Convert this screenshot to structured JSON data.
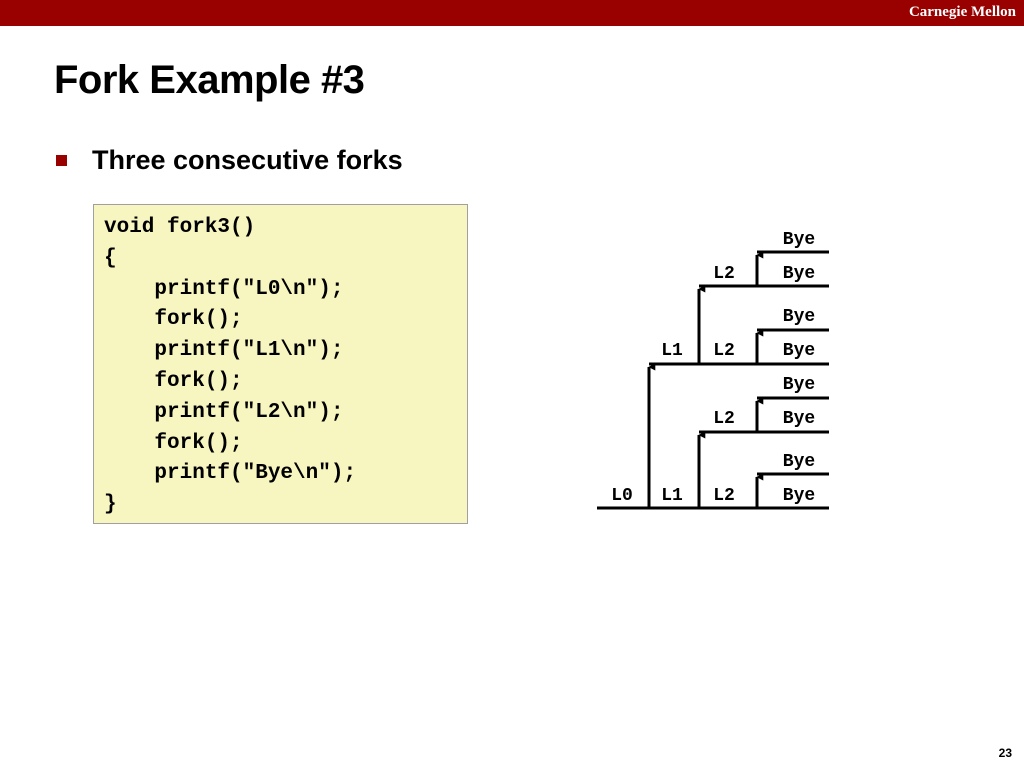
{
  "header": {
    "org": "Carnegie Mellon",
    "bar_color": "#990000"
  },
  "slide": {
    "title": "Fork Example #3",
    "bullet": "Three consecutive forks",
    "page_number": "23"
  },
  "code": {
    "lines": [
      "void fork3()",
      "{",
      "    printf(\"L0\\n\");",
      "    fork();",
      "    printf(\"L1\\n\");",
      "    fork();",
      "    printf(\"L2\\n\");",
      "    fork();",
      "    printf(\"Bye\\n\");",
      "}"
    ]
  },
  "tree": {
    "l0": "L0",
    "l1": "L1",
    "l2": "L2",
    "bye": "Bye"
  }
}
